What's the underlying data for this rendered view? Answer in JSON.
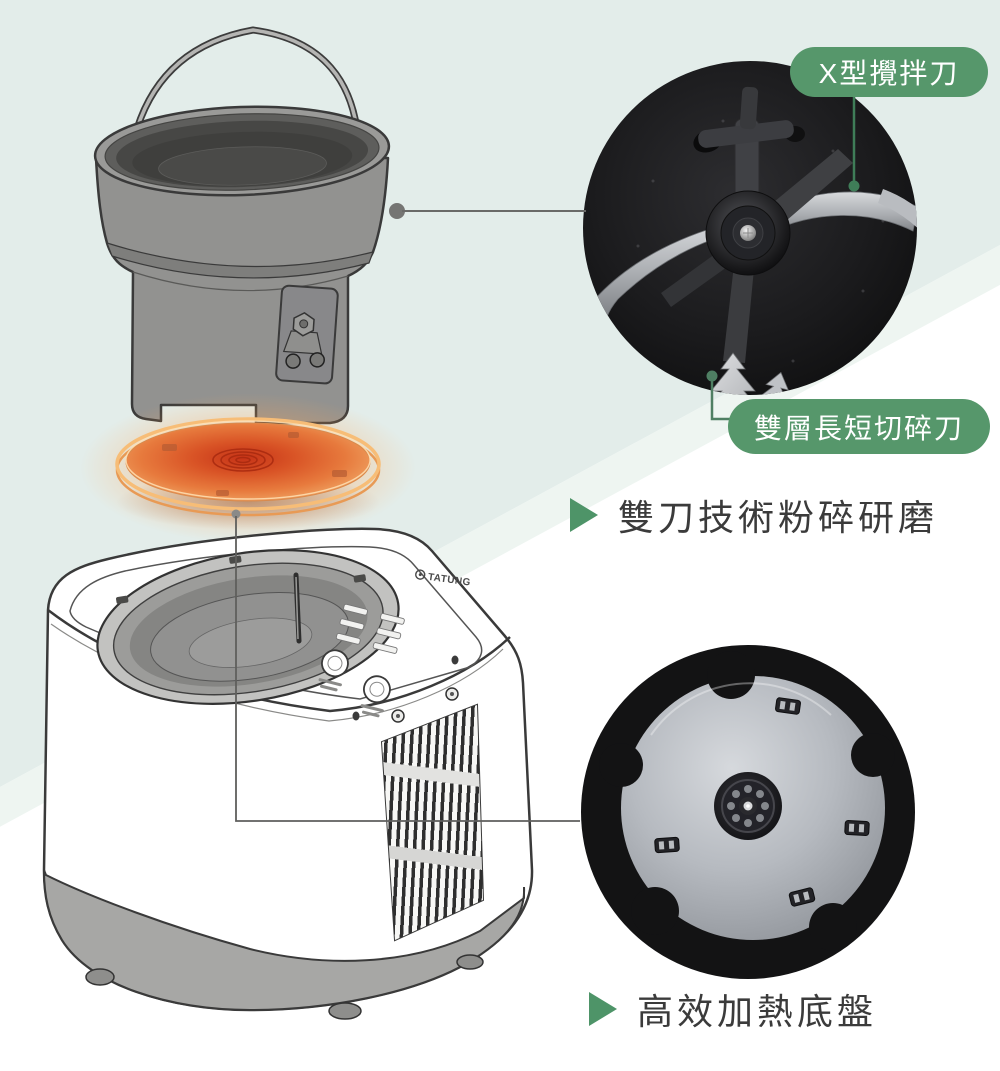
{
  "background": {
    "mint": "#e3edea",
    "mint_light": "#eef5f1",
    "white": "#ffffff"
  },
  "accent": {
    "pill_green": "#56976b",
    "arrow_green": "#4e9468",
    "connector_green": "#4f7f63",
    "heat_orange": "#e8703a",
    "text_dark": "#3b3b3b"
  },
  "callouts": {
    "mixing_blade": "X型攪拌刀",
    "chopping_blade": "雙層長短切碎刀"
  },
  "features": [
    {
      "text": "雙刀技術粉碎研磨"
    },
    {
      "text": "高效加熱底盤"
    }
  ],
  "device": {
    "brand": "TATUNG"
  }
}
